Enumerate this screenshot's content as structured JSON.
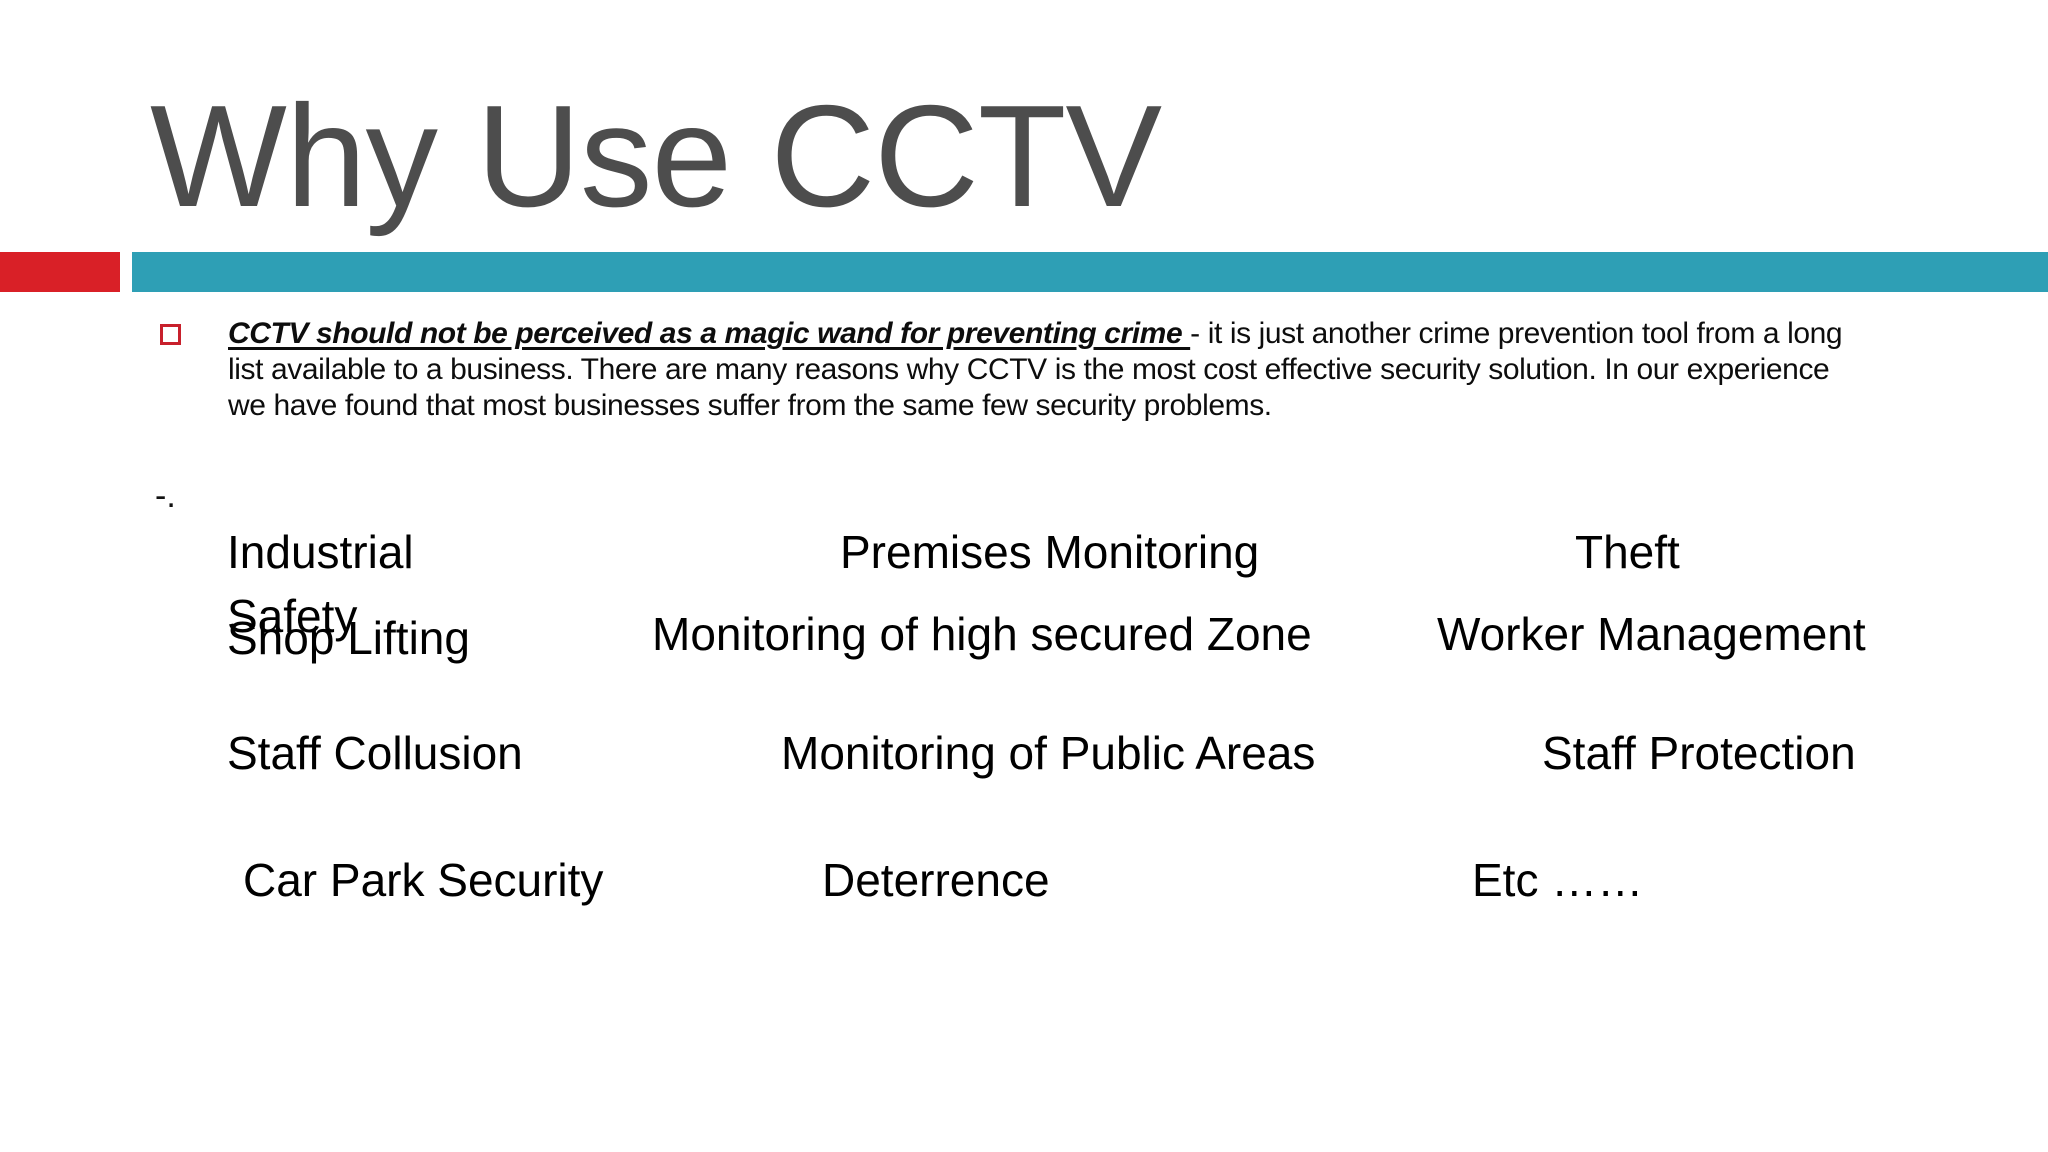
{
  "slide": {
    "title": "Why Use CCTV",
    "colors": {
      "accent_red": "#d92027",
      "accent_teal": "#2e9fb5",
      "title_gray": "#4d4d4d",
      "bullet_red": "#c8202c"
    },
    "paragraph": {
      "lead": "CCTV should not be perceived as a magic wand for preventing crime ",
      "rest": "- it is just another crime prevention tool from a long list available to a business. There are many reasons why CCTV is the most cost effective security solution. In our experience we have found that most businesses suffer from the same few security problems."
    },
    "stray_mark": "-.",
    "items": [
      {
        "label": "Industrial Safety"
      },
      {
        "label": "Premises Monitoring"
      },
      {
        "label": "Theft"
      },
      {
        "label": "Shop Lifting"
      },
      {
        "label": "Monitoring of high secured Zone"
      },
      {
        "label": "Worker Management"
      },
      {
        "label": "Staff Collusion"
      },
      {
        "label": "Monitoring of Public Areas"
      },
      {
        "label": "Staff Protection"
      },
      {
        "label": "Car Park Security"
      },
      {
        "label": "Deterrence"
      },
      {
        "label": "Etc ……"
      }
    ]
  }
}
